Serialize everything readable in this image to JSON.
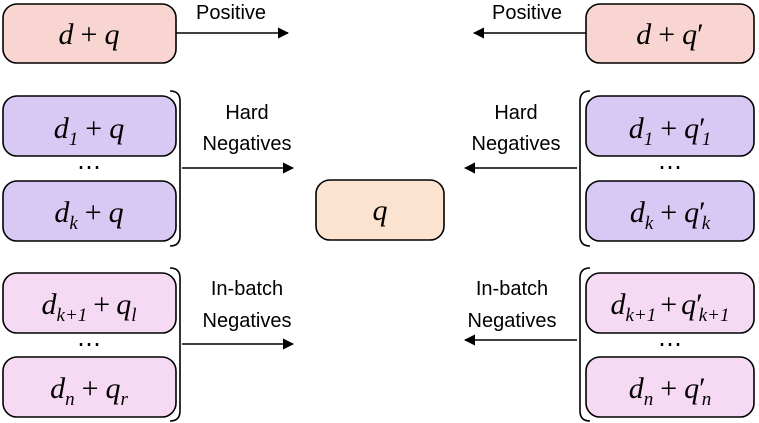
{
  "colors": {
    "positive_fill": "#f9d5d1",
    "hard_fill": "#d8c8f4",
    "inbatch_fill": "#f6daf3",
    "query_fill": "#fbe3cf",
    "stroke": "#000000"
  },
  "labels": {
    "positive": "Positive",
    "hard_1": "Hard",
    "hard_2": "Negatives",
    "inbatch_1": "In-batch",
    "inbatch_2": "Negatives"
  },
  "symbols": {
    "d": "d",
    "q": "q",
    "plus": "+",
    "prime": "′",
    "ellipsis": "⋯",
    "sub_1": "1",
    "sub_k": "k",
    "sub_k1": "k+1",
    "sub_n": "n",
    "sub_l": "l",
    "sub_r": "r"
  }
}
